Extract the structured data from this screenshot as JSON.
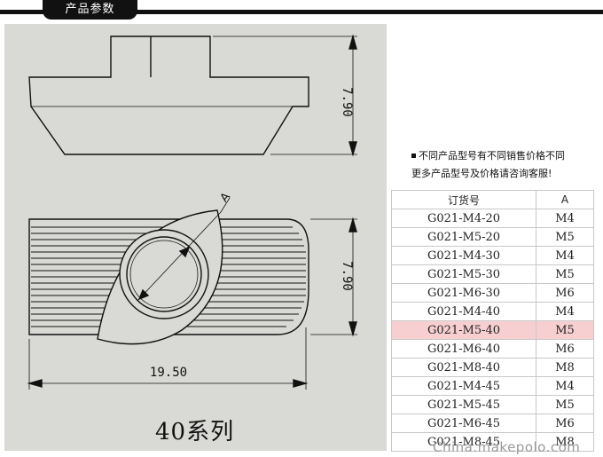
{
  "header": {
    "title": "产品参数"
  },
  "drawing": {
    "dim_height_top": "7.90",
    "dim_height_bottom": "7.90",
    "dim_length": "19.50",
    "dim_diameter": "A",
    "series": "40系列"
  },
  "note": {
    "line1": "不同产品型号有不同销售价格不同",
    "line2": "更多产品型号及价格请咨询客服!"
  },
  "table": {
    "headers": [
      "订货号",
      "A"
    ],
    "rows": [
      [
        "G021-M4-20",
        "M4"
      ],
      [
        "G021-M5-20",
        "M5"
      ],
      [
        "G021-M4-30",
        "M4"
      ],
      [
        "G021-M5-30",
        "M5"
      ],
      [
        "G021-M6-30",
        "M6"
      ],
      [
        "G021-M4-40",
        "M4"
      ],
      [
        "G021-M5-40",
        "M5"
      ],
      [
        "G021-M6-40",
        "M6"
      ],
      [
        "G021-M8-40",
        "M8"
      ],
      [
        "G021-M4-45",
        "M4"
      ],
      [
        "G021-M5-45",
        "M5"
      ],
      [
        "G021-M6-45",
        "M6"
      ],
      [
        "G021-M8-45",
        "M8"
      ]
    ],
    "highlight_row": 6,
    "highlight_color": "#f8cfd1"
  },
  "watermark": "China.makepolo.com"
}
